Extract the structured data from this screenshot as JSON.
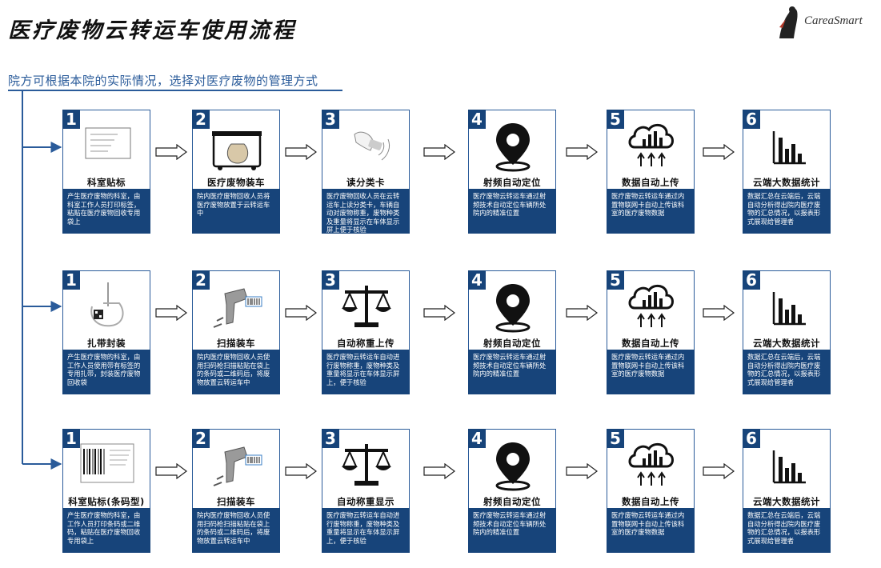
{
  "header": {
    "title": "医疗废物云转运车使用流程",
    "logo_text": "CareaSmart",
    "subtitle": "院方可根据本院的实际情况，选择对医疗废物的管理方式"
  },
  "rows": [
    {
      "steps": [
        {
          "num": "1",
          "name": "科室贴标",
          "icon": "label-sticker-icon",
          "desc": "产生医疗废物的科室，由科室工作人员打印标签，粘贴在医疗废物回收专用袋上"
        },
        {
          "num": "2",
          "name": "医疗废物装车",
          "icon": "waste-cart-icon",
          "desc": "院内医疗废物回收人员将医疗废物放置于云转运车中"
        },
        {
          "num": "3",
          "name": "读分类卡",
          "icon": "rfid-card-icon",
          "desc": "医疗废物回收人员在云转运车上读分类卡，车辆自动对废物称重，废物种类及重量将显示在车体显示屏上便于核验"
        },
        {
          "num": "4",
          "name": "射频自动定位",
          "icon": "location-pin-icon",
          "desc": "医疗废物云转运车通过射频技术自动定位车辆所处院内的精准位置"
        },
        {
          "num": "5",
          "name": "数据自动上传",
          "icon": "cloud-upload-icon",
          "desc": "医疗废物云转运车通过内置物联网卡自动上传该科室的医疗废物数据"
        },
        {
          "num": "6",
          "name": "云端大数据统计",
          "icon": "bar-chart-icon",
          "desc": "数据汇总在云端后，云端自动分析得出院内医疗废物的汇总情况，以报表形式展现给管理者"
        }
      ]
    },
    {
      "steps": [
        {
          "num": "1",
          "name": "扎带封装",
          "icon": "cable-tie-icon",
          "desc": "产生医疗废物的科室，由工作人员使用带有标签的专用扎带，封装医疗废物回收袋"
        },
        {
          "num": "2",
          "name": "扫描装车",
          "icon": "barcode-scanner-icon",
          "desc": "院内医疗废物回收人员使用扫码枪扫描粘贴在袋上的条码或二维码后，将废物放置云转运车中"
        },
        {
          "num": "3",
          "name": "自动称重上传",
          "icon": "balance-scale-icon",
          "desc": "医疗废物云转运车自动进行废物称重，废物种类及重量将显示在车体显示屏上，便于核验"
        },
        {
          "num": "4",
          "name": "射频自动定位",
          "icon": "location-pin-icon",
          "desc": "医疗废物云转运车通过射频技术自动定位车辆所处院内的精准位置"
        },
        {
          "num": "5",
          "name": "数据自动上传",
          "icon": "cloud-upload-icon",
          "desc": "医疗废物云转运车通过内置物联网卡自动上传该科室的医疗废物数据"
        },
        {
          "num": "6",
          "name": "云端大数据统计",
          "icon": "bar-chart-icon",
          "desc": "数据汇总在云端后，云端自动分析得出院内医疗废物的汇总情况，以报表形式展现给管理者"
        }
      ]
    },
    {
      "steps": [
        {
          "num": "1",
          "name": "科室贴标(条码型)",
          "icon": "barcode-label-icon",
          "desc": "产生医疗废物的科室，由工作人员打印条码或二维码，粘贴在医疗废物回收专用袋上"
        },
        {
          "num": "2",
          "name": "扫描装车",
          "icon": "barcode-scanner-icon",
          "desc": "院内医疗废物回收人员使用扫码枪扫描粘贴在袋上的条码或二维码后，将废物放置云转运车中"
        },
        {
          "num": "3",
          "name": "自动称重显示",
          "icon": "balance-scale-icon",
          "desc": "医疗废物云转运车自动进行废物称重，废物种类及重量将显示在车体显示屏上，便于核验"
        },
        {
          "num": "4",
          "name": "射频自动定位",
          "icon": "location-pin-icon",
          "desc": "医疗废物云转运车通过射频技术自动定位车辆所处院内的精准位置"
        },
        {
          "num": "5",
          "name": "数据自动上传",
          "icon": "cloud-upload-icon",
          "desc": "医疗废物云转运车通过内置物联网卡自动上传该科室的医疗废物数据"
        },
        {
          "num": "6",
          "name": "云端大数据统计",
          "icon": "bar-chart-icon",
          "desc": "数据汇总在云端后，云端自动分析得出院内医疗废物的汇总情况，以报表形式展现给管理者"
        }
      ]
    }
  ],
  "colors": {
    "accent": "#2a5b9a",
    "card_fill": "#17447a"
  }
}
